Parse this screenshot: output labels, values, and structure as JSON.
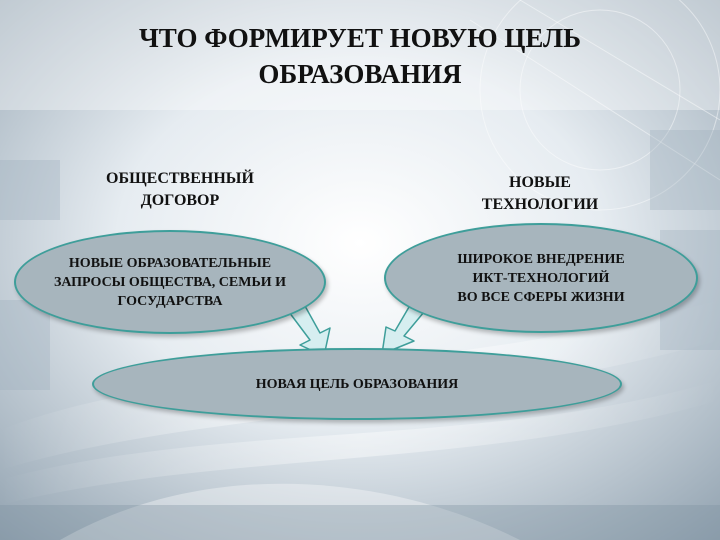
{
  "title": {
    "line1": "ЧТО ФОРМИРУЕТ НОВУЮ ЦЕЛЬ",
    "line2": "ОБРАЗОВАНИЯ"
  },
  "left": {
    "caption_line1": "ОБЩЕСТВЕННЫЙ",
    "caption_line2": "ДОГОВОР",
    "oval_line1": "НОВЫЕ ОБРАЗОВАТЕЛЬНЫЕ",
    "oval_line2": "ЗАПРОСЫ ОБЩЕСТВА, СЕМЬИ И",
    "oval_line3": "ГОСУДАРСТВА"
  },
  "right": {
    "caption_line1": "НОВЫЕ",
    "caption_line2": "ТЕХНОЛОГИИ",
    "oval_line1": "ШИРОКОЕ ВНЕДРЕНИЕ",
    "oval_line2": "ИКТ-ТЕХНОЛОГИЙ",
    "oval_line3": "ВО ВСЕ СФЕРЫ ЖИЗНИ"
  },
  "bottom": {
    "oval_text": "НОВАЯ ЦЕЛЬ ОБРАЗОВАНИЯ"
  },
  "colors": {
    "oval_fill": "#a7b5bd",
    "oval_border": "#3e9e9a",
    "arrow_fill": "#d6eef0",
    "text": "#111111"
  }
}
